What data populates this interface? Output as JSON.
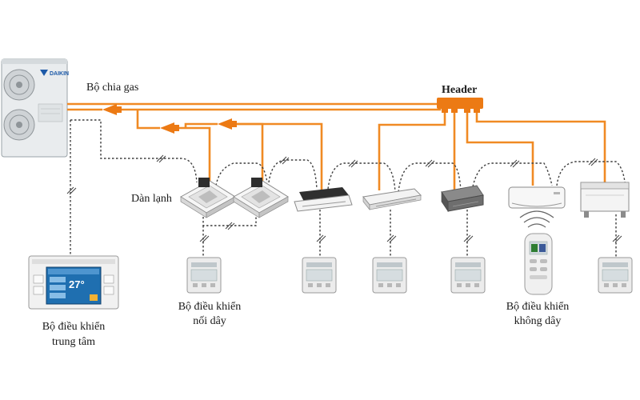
{
  "labels": {
    "gas_splitter": "Bộ chia gas",
    "header": "Header",
    "indoor_units": "Dàn lạnh",
    "wired_controller_line1": "Bộ điều khiển",
    "wired_controller_line2": "nối dây",
    "central_controller_line1": "Bộ điều khiển",
    "central_controller_line2": "trung tâm",
    "wireless_controller_line1": "Bộ điều khiển",
    "wireless_controller_line2": "không dây"
  },
  "outdoor_unit": {
    "brand": "DAIKIN"
  },
  "central_controller_screen": {
    "temperature": "27°"
  },
  "colors": {
    "refrigerant_pipe": "#f08a24",
    "communication_wire": "#3f3f3f",
    "unit_body": "#f2f2f2",
    "outdoor_unit_body": "#e9ecee",
    "screen_blue": "#1f6fb0",
    "brand_blue": "#1d5aa8"
  },
  "indoor_unit_types": [
    "cassette-4-way",
    "cassette-4-way",
    "cassette-1-way",
    "ceiling-suspended",
    "ducted",
    "wall-mounted",
    "floor-standing"
  ]
}
